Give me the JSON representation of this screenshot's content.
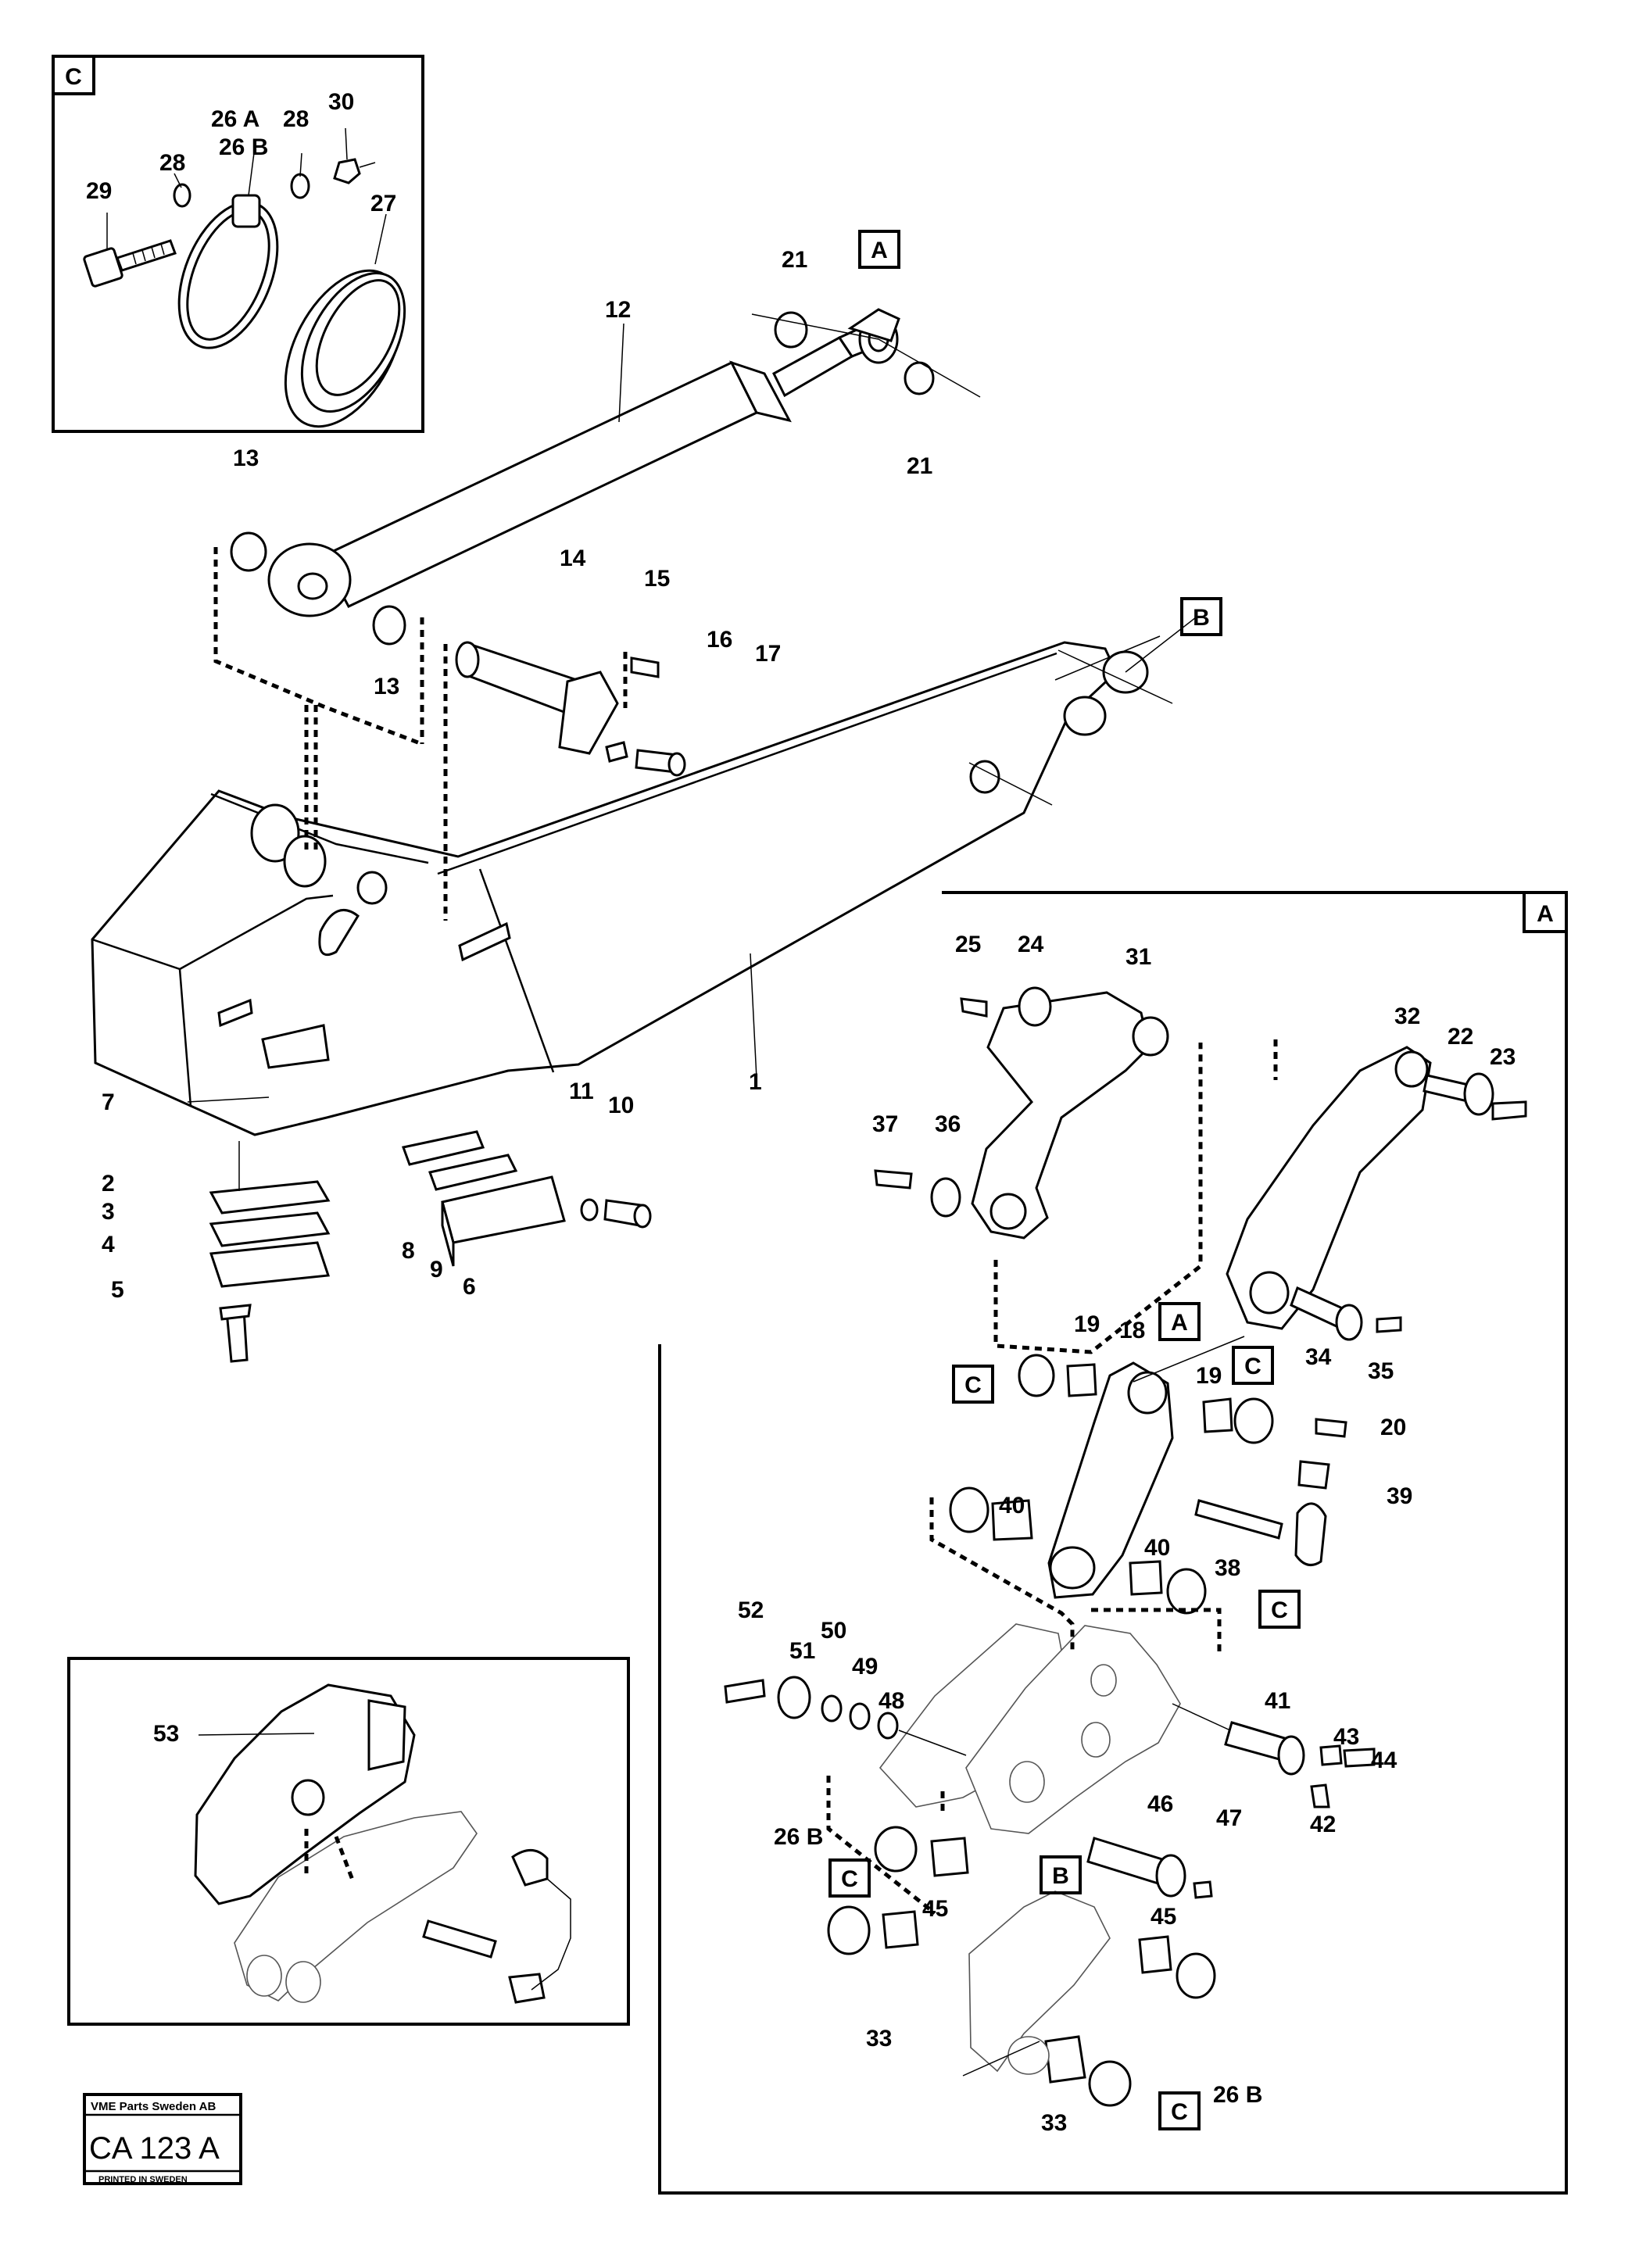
{
  "stamp": {
    "company": "VME Parts Sweden AB",
    "code": "CA 123 A",
    "printed": "PRINTED IN SWEDEN"
  },
  "insets": {
    "c": {
      "label": "C"
    },
    "a": {
      "label": "A"
    }
  },
  "reference_boxes": [
    "A",
    "B",
    "C"
  ],
  "callouts": [
    "1",
    "2",
    "3",
    "4",
    "5",
    "6",
    "7",
    "8",
    "9",
    "10",
    "11",
    "12",
    "13",
    "14",
    "15",
    "16",
    "17",
    "19",
    "18",
    "20",
    "21",
    "22",
    "23",
    "24",
    "25",
    "26 A",
    "26 B",
    "27",
    "28",
    "29",
    "30",
    "31",
    "32",
    "33",
    "34",
    "35",
    "36",
    "37",
    "38",
    "39",
    "40",
    "41",
    "42",
    "43",
    "44",
    "45",
    "46",
    "47",
    "48",
    "49",
    "50",
    "51",
    "52",
    "53"
  ]
}
